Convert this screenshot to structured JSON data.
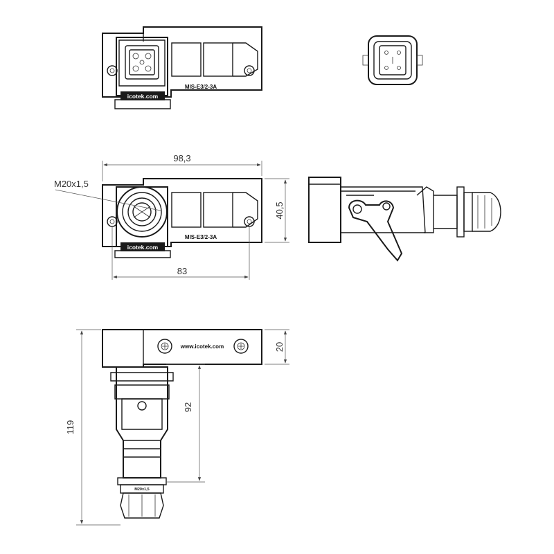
{
  "model_label": "MIS-E3/2-3A",
  "brand_label": "icotek.com",
  "website_label": "www.icotek.com",
  "thread_callout": "M20x1,5",
  "gland_marking": "M20x1,5",
  "dimensions": {
    "total_width": "98,3",
    "height": "40,5",
    "hole_spacing": "83",
    "frame_depth": "20",
    "connector_length": "92",
    "total_length": "119"
  }
}
